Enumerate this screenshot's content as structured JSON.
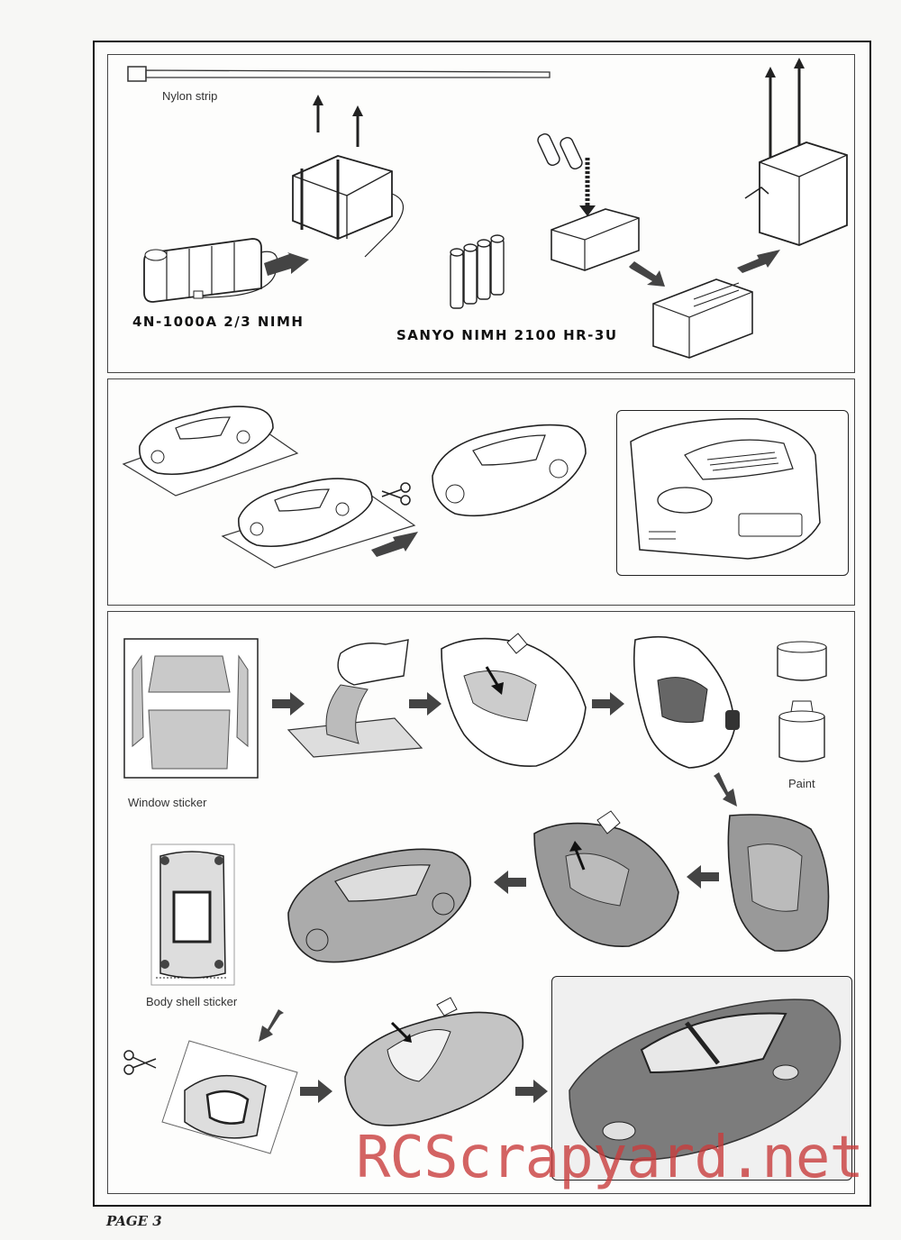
{
  "page": {
    "number_label": "PAGE 3",
    "watermark": "RCScrapyard.net"
  },
  "battery_panel": {
    "nylon_strip_label": "Nylon strip",
    "pack_label": "4N-1000A 2/3 NIMH",
    "cells_label": "SANYO NIMH 2100 HR-3U"
  },
  "sticker_panel": {
    "window_sticker_label": "Window sticker",
    "paint_label": "Paint",
    "body_shell_sticker_label": "Body shell sticker"
  },
  "colors": {
    "ink": "#222222",
    "arrow": "#444444",
    "paint_gray": "#8a8a8a",
    "watermark": "#c83c3c"
  }
}
